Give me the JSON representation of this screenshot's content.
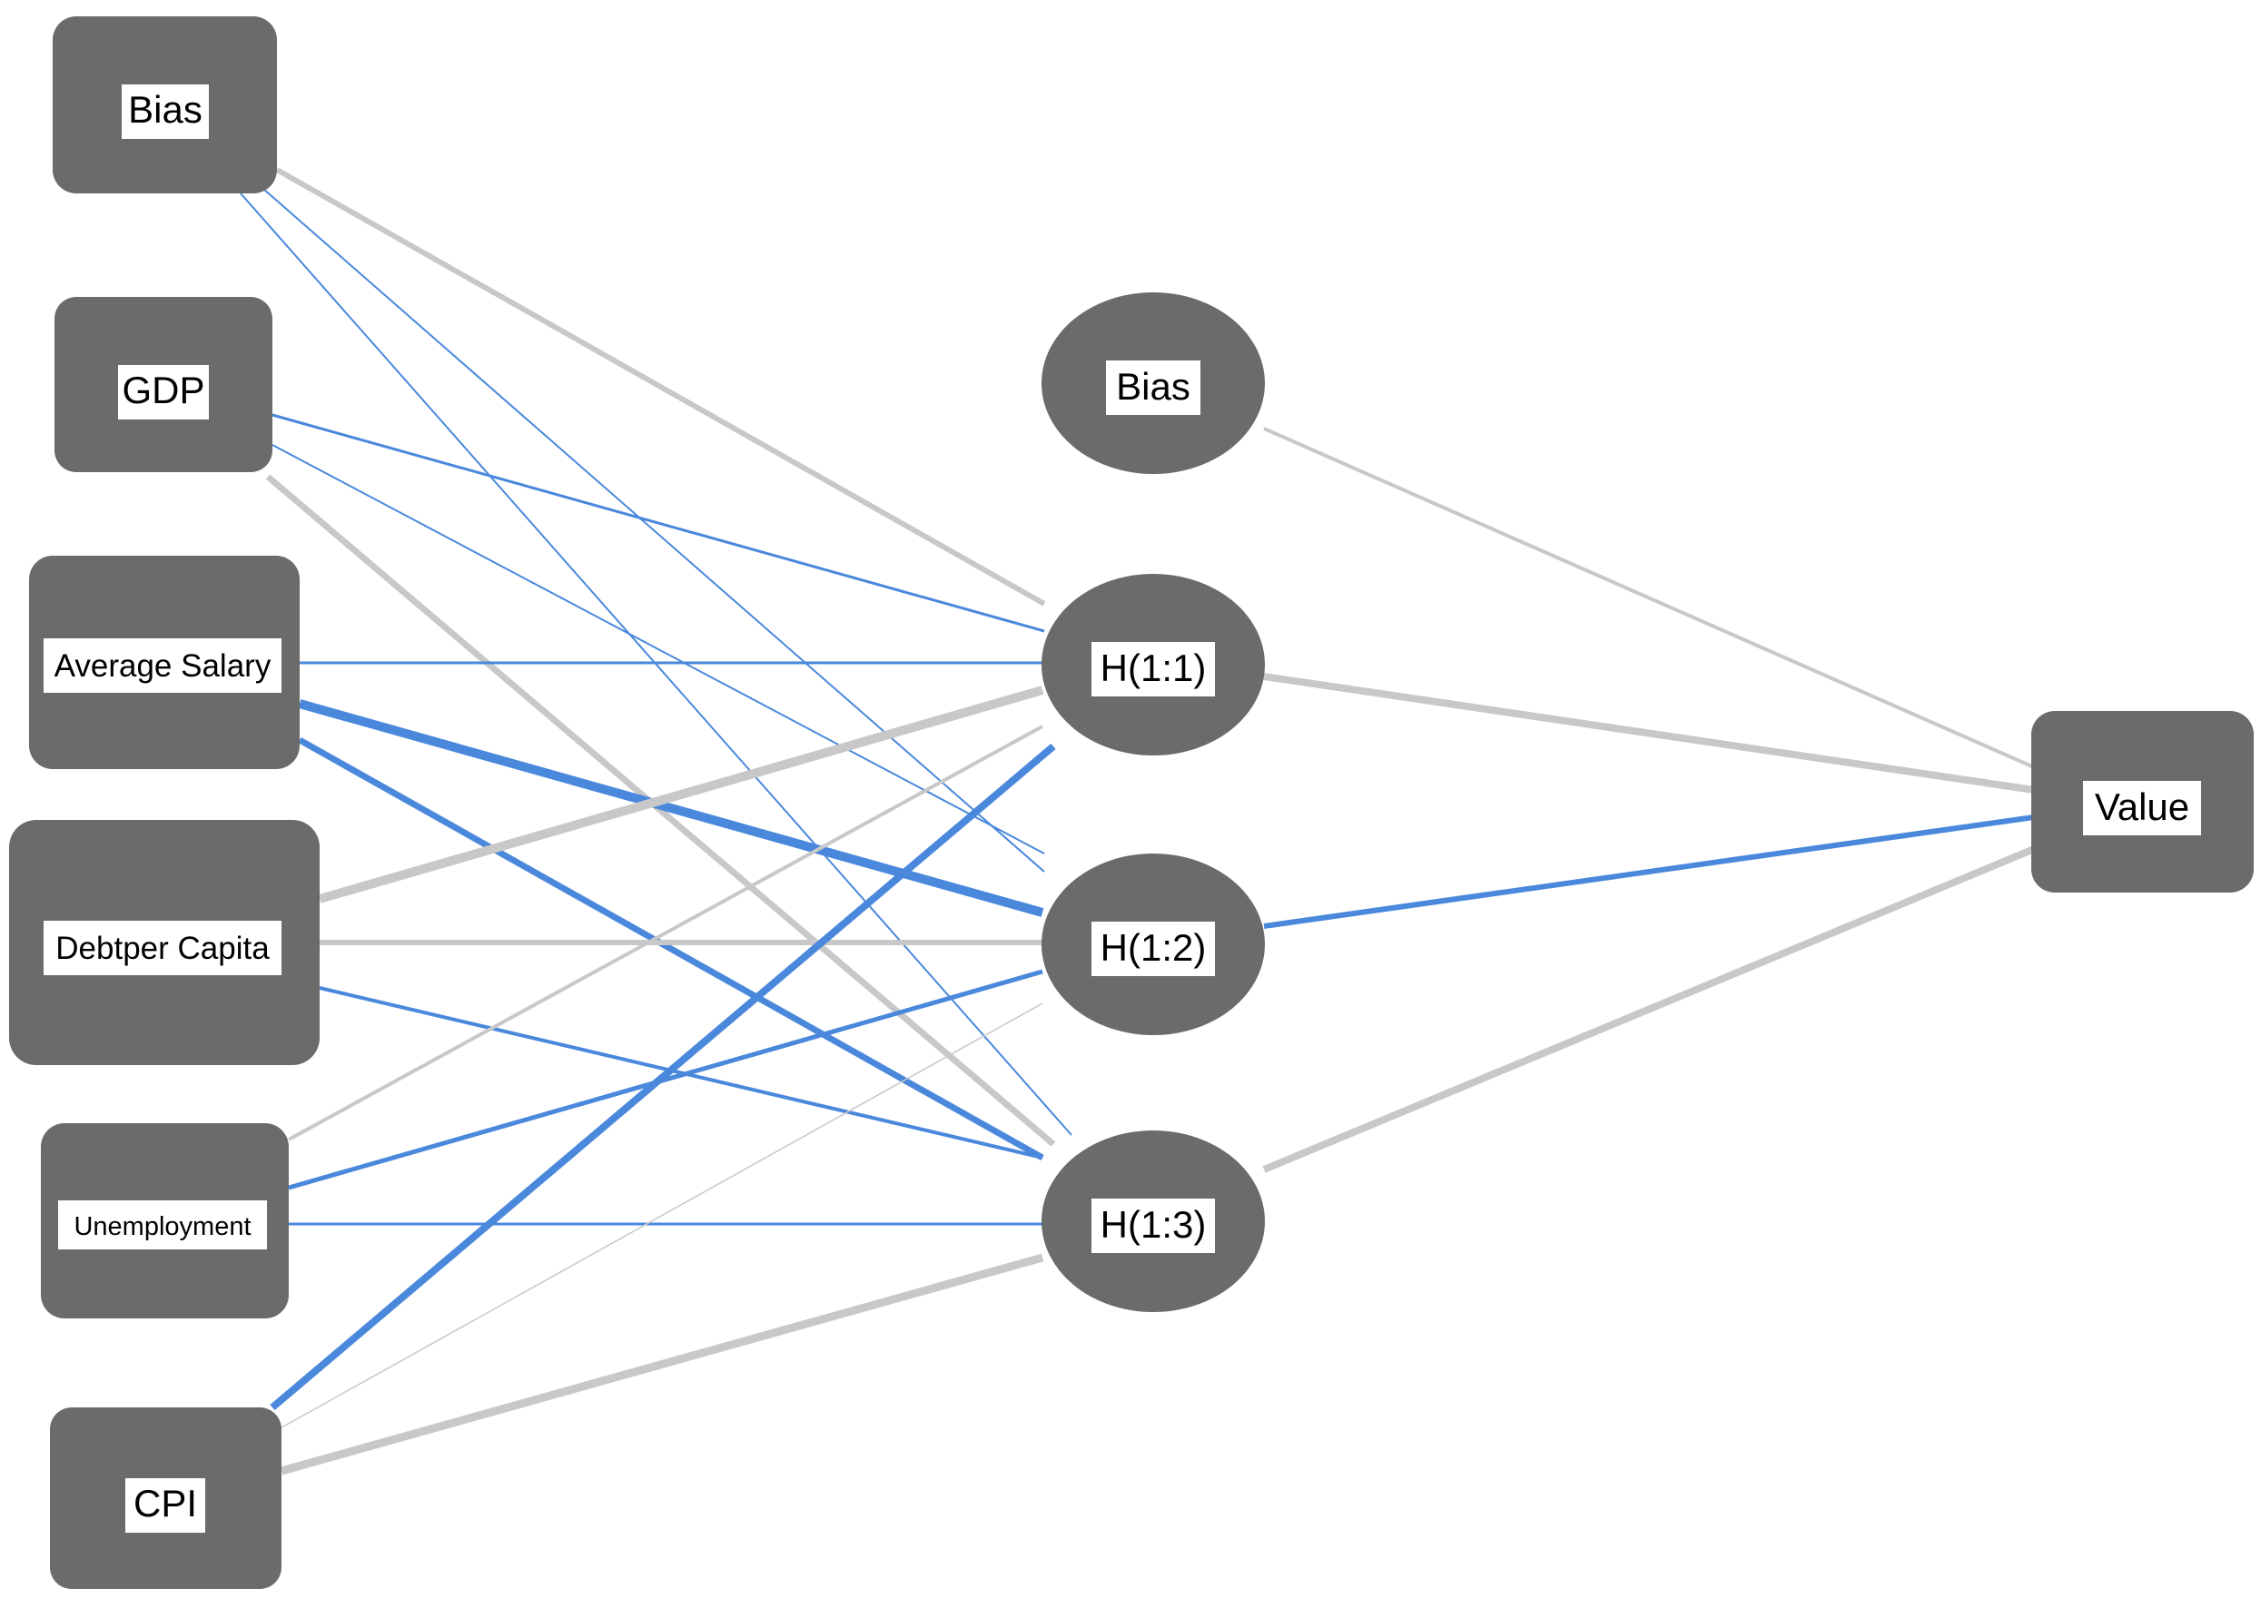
{
  "nodes": {
    "in_bias": "Bias",
    "gdp": "GDP",
    "avg_salary": "Average Salary",
    "debt": "Debtper Capita",
    "unemp": "Unemployment",
    "cpi": "CPI",
    "hid_bias": "Bias",
    "h1": "H(1:1)",
    "h2": "H(1:2)",
    "h3": "H(1:3)",
    "out": "Value"
  },
  "colors": {
    "node_fill": "#6b6b6b",
    "label_bg": "#ffffff",
    "positive_weight": "#c8c8c8",
    "negative_weight": "#4a88dc"
  }
}
